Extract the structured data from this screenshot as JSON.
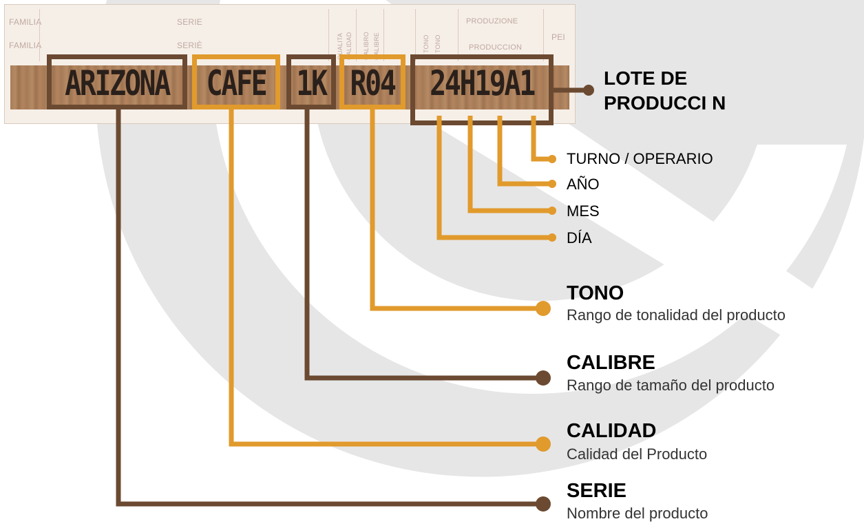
{
  "label": {
    "headers": {
      "familia_top": "FAMILIA",
      "familia_bottom": "FAMILIA",
      "serie_top": "SERIE",
      "serie_bottom": "SERIÈ",
      "qualita": "QUALITA",
      "calidad": "CALIDAD",
      "calibro": "CALIBRO",
      "calibre": "CALIBRE",
      "tono_top": "TONO",
      "tono_bottom": "TONO",
      "produzione": "PRODUZIONE",
      "produccion": "PRODUCCION",
      "pei": "PEI"
    },
    "codes": {
      "serie": "ARIZONA",
      "calidad": "CAFE",
      "calibre": "1K",
      "tono": "R04",
      "lote": "24H19A1"
    }
  },
  "lote": {
    "title_line1": "LOTE DE",
    "title_line2": "PRODUCCI N",
    "parts": {
      "turno": "TURNO / OPERARIO",
      "anio": "AÑO",
      "mes": "MES",
      "dia": "DÍA"
    }
  },
  "legend": {
    "tono": {
      "title": "TONO",
      "desc": "Rango de tonalidad del producto"
    },
    "calibre": {
      "title": "CALIBRE",
      "desc": "Rango de tamaño del producto"
    },
    "calidad": {
      "title": "CALIDAD",
      "desc": "Calidad del Producto"
    },
    "serie": {
      "title": "SERIE",
      "desc": "Nombre del producto"
    }
  },
  "colors": {
    "brown": "#6b4a31",
    "orange": "#e19a2c",
    "watermark": "#e6e6e6"
  }
}
